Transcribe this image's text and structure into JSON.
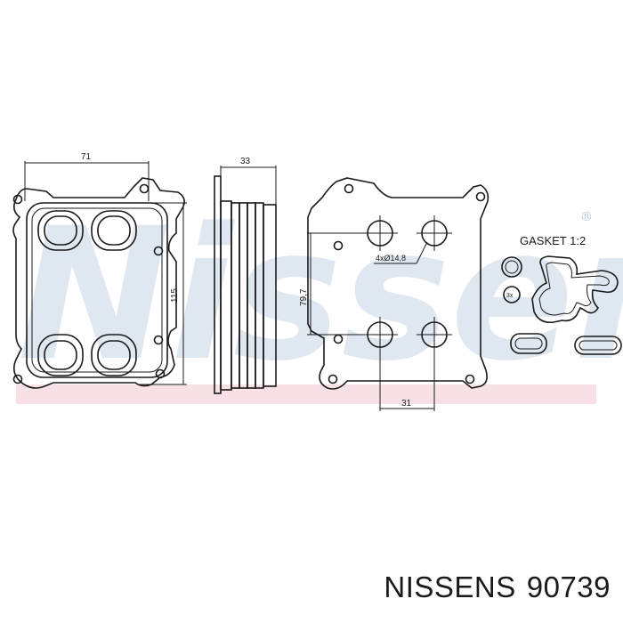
{
  "watermark": {
    "text": "Nissens",
    "registered_mark": "®",
    "color": "#b9cbe0",
    "band_color": "#f3c9cf"
  },
  "dimensions": {
    "front_width": "71",
    "front_height": "115",
    "side_thickness": "33",
    "port_vertical": "79,7",
    "port_spacing": "31",
    "port_holes": "4xØ14,8"
  },
  "gasket": {
    "label": "GASKET  1:2",
    "badge": "3x"
  },
  "caption": {
    "brand": "NISSENS",
    "part_number": "90739"
  }
}
